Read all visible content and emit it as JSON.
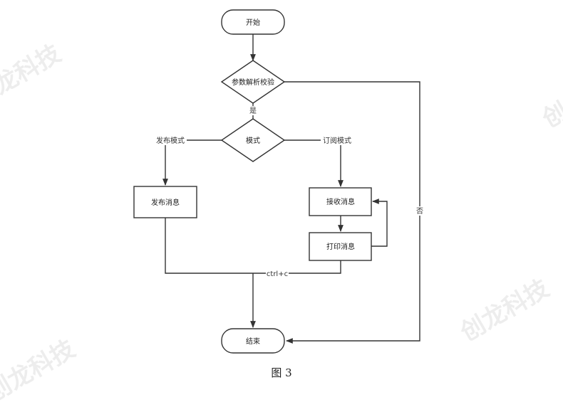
{
  "nodes": {
    "start": "开始",
    "param_check": "参数解析校验",
    "mode": "模式",
    "publish_msg": "发布消息",
    "receive_msg": "接收消息",
    "print_msg": "打印消息",
    "end": "结束"
  },
  "edges": {
    "yes": "是",
    "no": "否",
    "publish_mode": "发布模式",
    "subscribe_mode": "订阅模式",
    "ctrl_c": "ctrl+c"
  },
  "caption": "图 3",
  "watermark": "创龙科技",
  "colors": {
    "stroke": "#333333",
    "text": "#222222",
    "background": "#ffffff"
  }
}
